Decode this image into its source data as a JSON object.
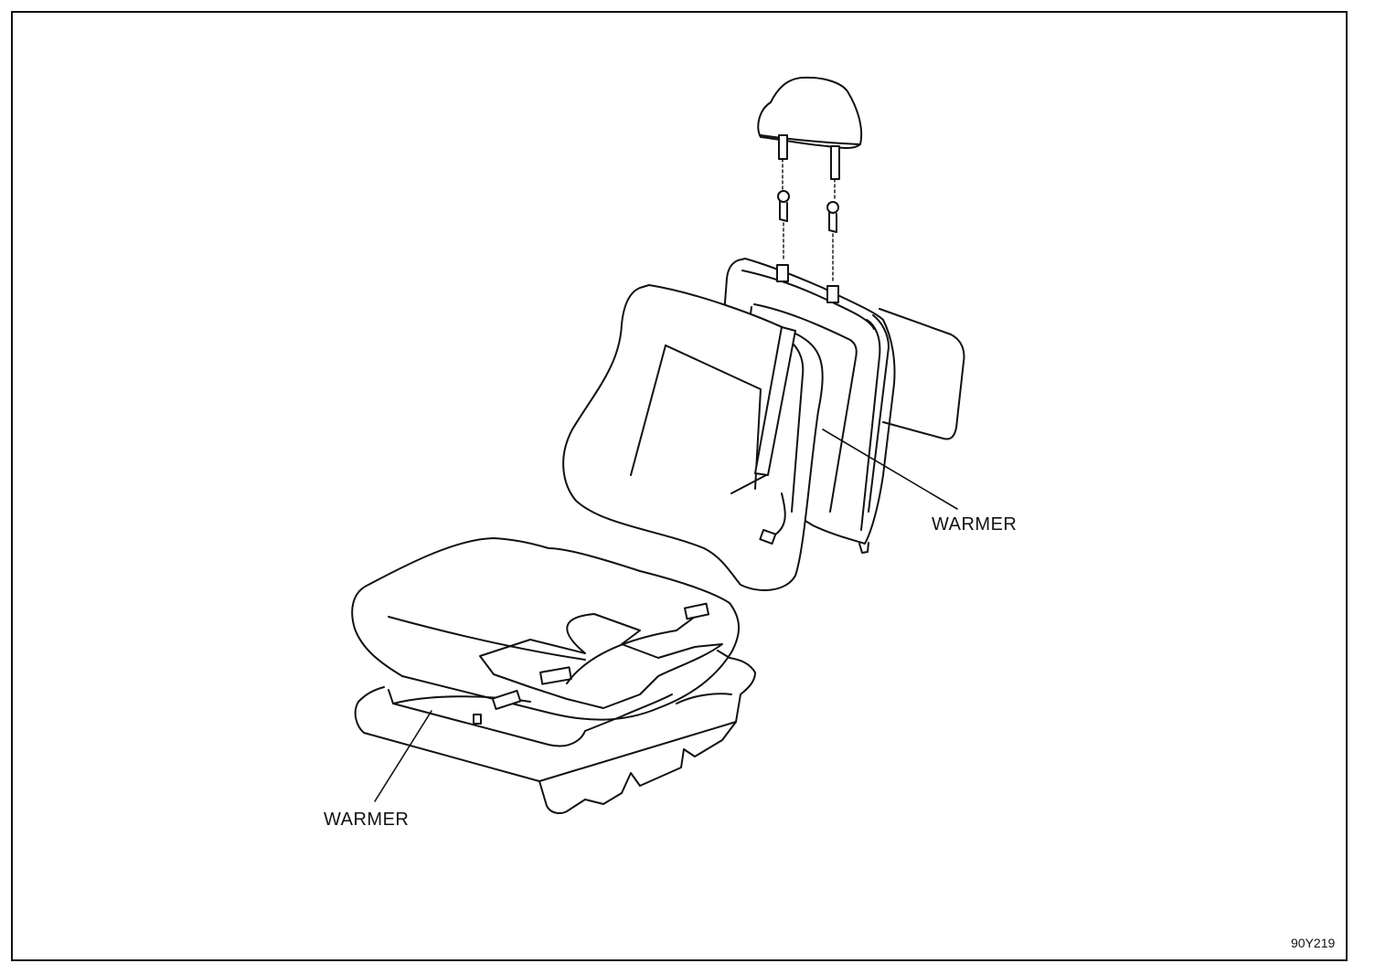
{
  "figure": {
    "callouts": {
      "back_warmer": "WARMER",
      "cushion_warmer": "WARMER"
    },
    "figure_code": "90Y219"
  }
}
